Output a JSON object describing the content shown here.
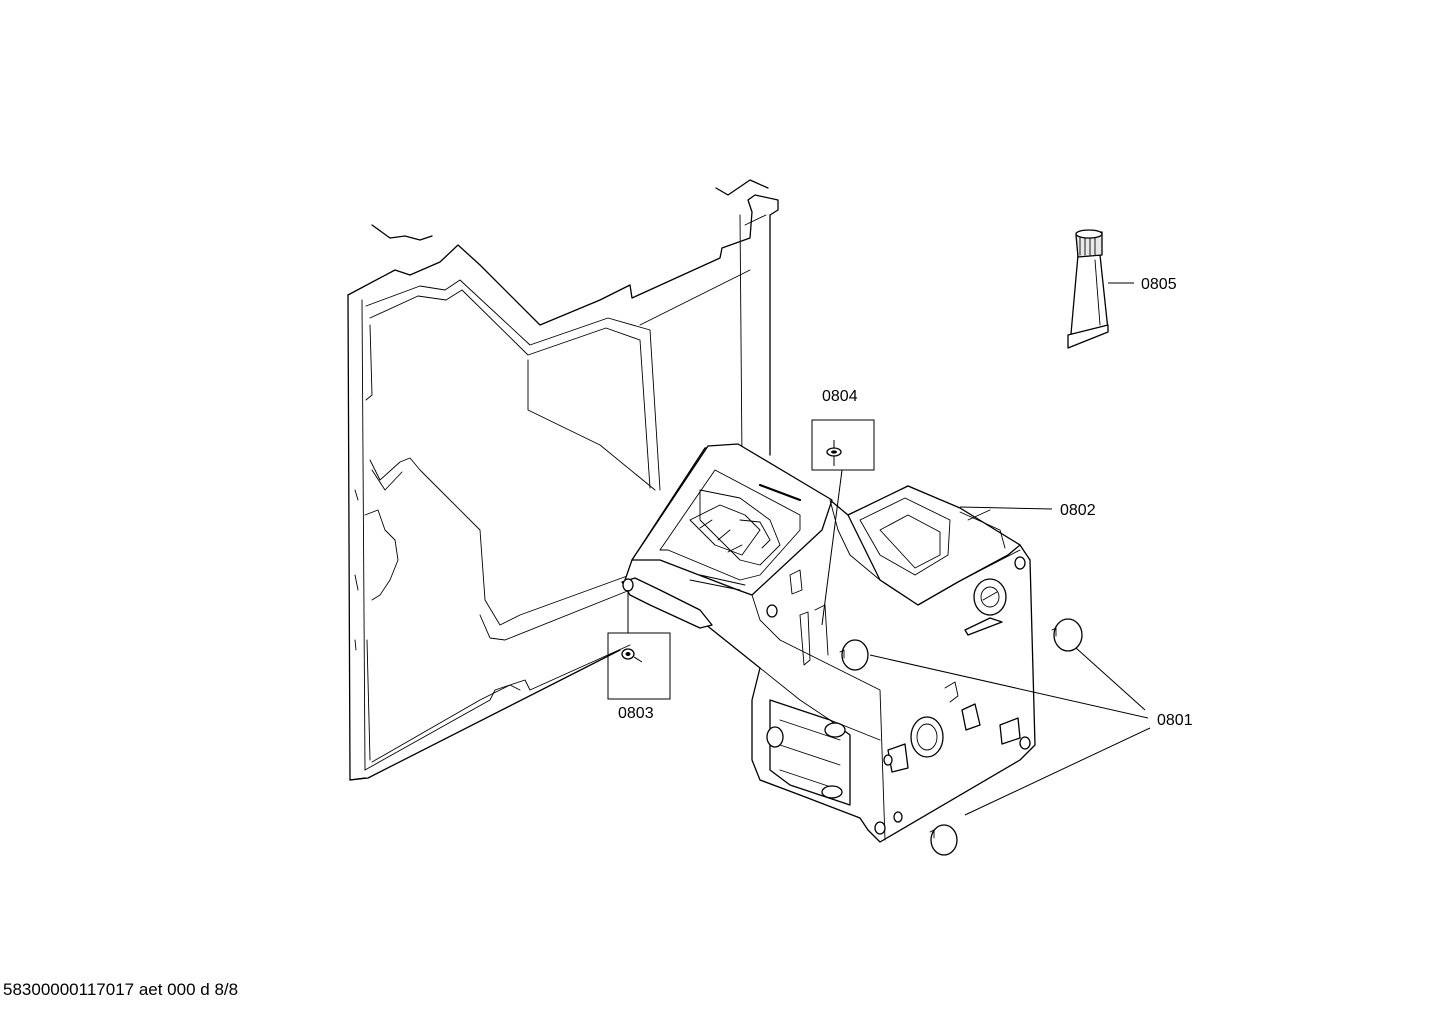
{
  "labels": {
    "p0801": "0801",
    "p0802": "0802",
    "p0803": "0803",
    "p0804": "0804",
    "p0805": "0805"
  },
  "footer": "58300000117017 aet 000 d 8/8"
}
